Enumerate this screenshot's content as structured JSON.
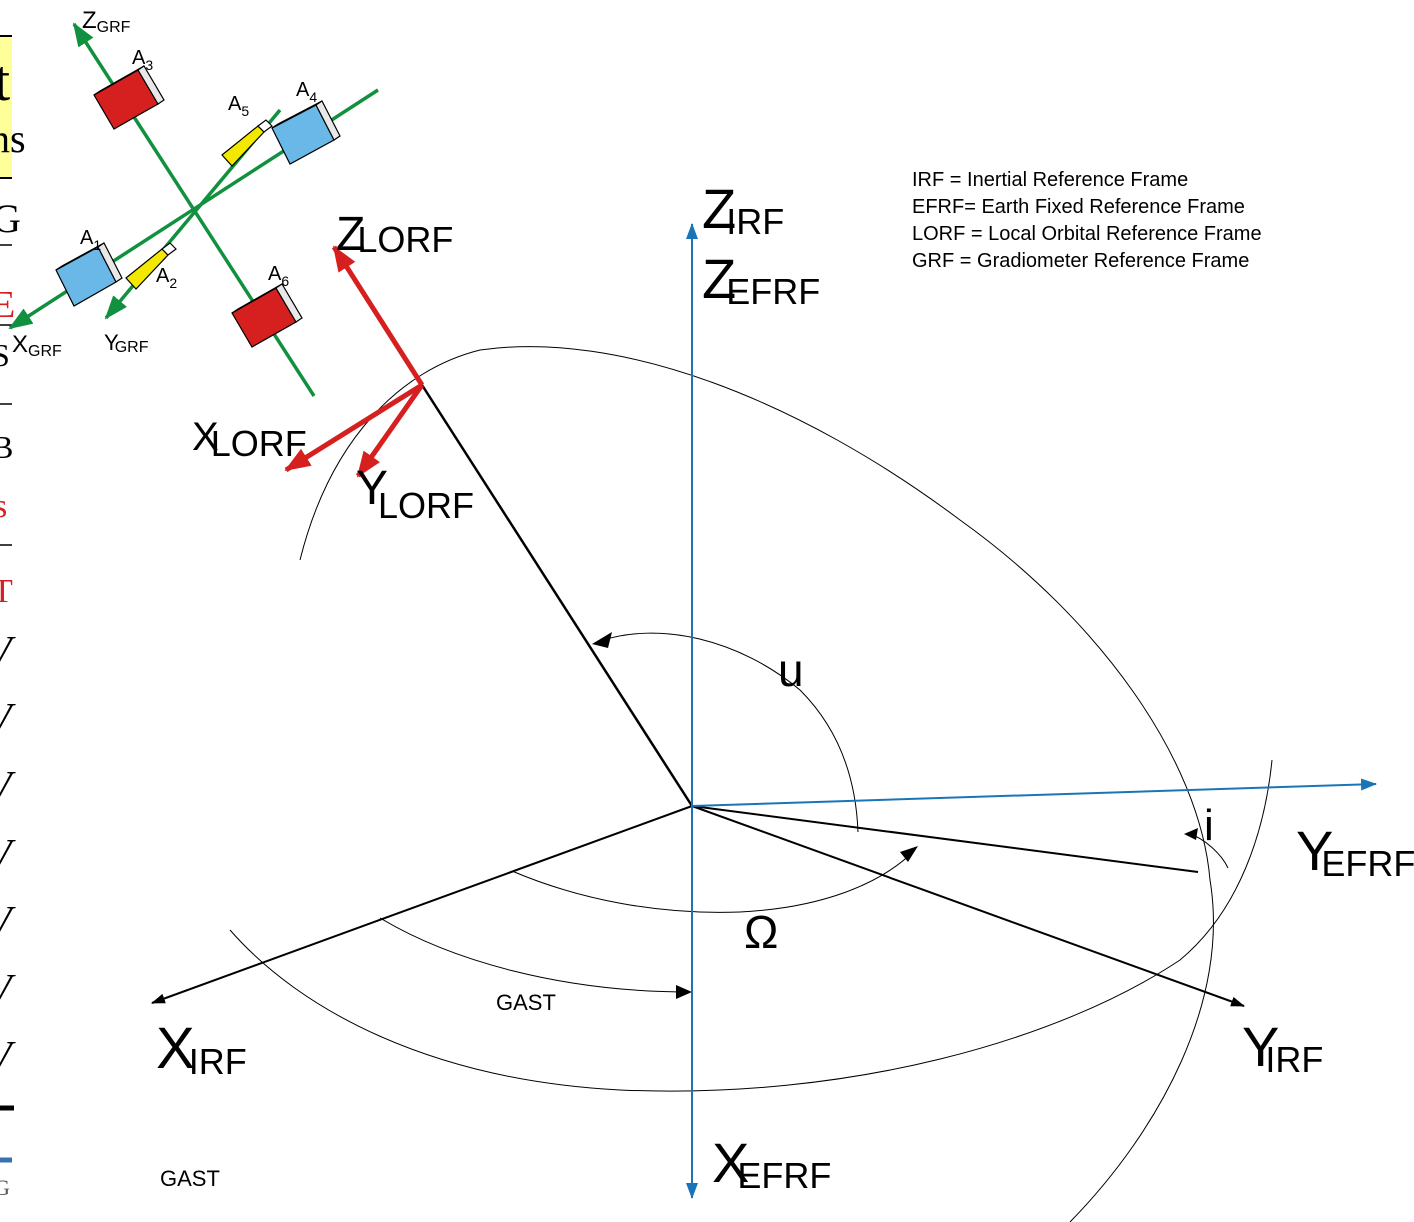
{
  "legend": [
    "IRF = Inertial Reference Frame",
    "EFRF= Earth Fixed Reference Frame",
    "LORF = Local Orbital Reference Frame",
    "GRF = Gradiometer Reference Frame"
  ],
  "axes": {
    "z_irf": {
      "base": "Z",
      "sub": "IRF"
    },
    "z_efrf": {
      "base": "Z",
      "sub": "EFRF"
    },
    "y_efrf": {
      "base": "Y",
      "sub": "EFRF"
    },
    "x_irf": {
      "base": "X",
      "sub": "IRF"
    },
    "y_irf": {
      "base": "Y",
      "sub": "IRF"
    },
    "x_efrf": {
      "base": "X",
      "sub": "EFRF"
    },
    "z_lorf": {
      "base": "Z",
      "sub": "LORF"
    },
    "x_lorf": {
      "base": "X",
      "sub": "LORF"
    },
    "y_lorf": {
      "base": "Y",
      "sub": "LORF"
    },
    "z_grf": {
      "base": "Z",
      "sub": "GRF"
    },
    "x_grf": {
      "base": "X",
      "sub": "GRF"
    },
    "y_grf": {
      "base": "Y",
      "sub": "GRF"
    }
  },
  "angles": {
    "u": "u",
    "omega": "Ω",
    "i": "i",
    "gast": "GAST",
    "gast_bottom": "GAST"
  },
  "accelerometers": [
    {
      "base": "A",
      "sub": "1"
    },
    {
      "base": "A",
      "sub": "2"
    },
    {
      "base": "A",
      "sub": "3"
    },
    {
      "base": "A",
      "sub": "4"
    },
    {
      "base": "A",
      "sub": "5"
    },
    {
      "base": "A",
      "sub": "6"
    }
  ],
  "left_fragments": [
    "t",
    "ns",
    "G",
    "E",
    "S",
    "B",
    "s",
    "T",
    "V",
    "V",
    "V",
    "V",
    "V",
    "V",
    "V",
    "G"
  ],
  "colors": {
    "efrf_axes": "#1a75b8",
    "lorf_axes": "#d62020",
    "grf_axes": "#119040",
    "accel_red": "#d62020",
    "accel_blue": "#6ab8e8",
    "accel_yellow": "#f2e800",
    "highlight": "#ffff99"
  }
}
